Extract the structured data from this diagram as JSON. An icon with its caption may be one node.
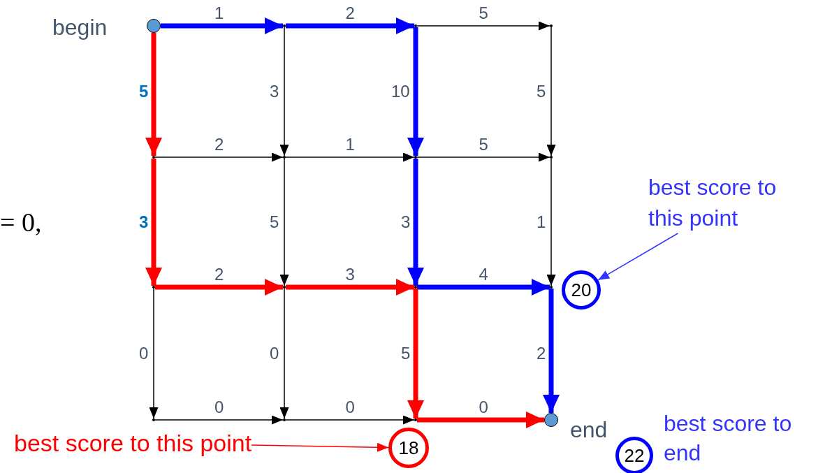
{
  "diagram": {
    "nodes": [
      {
        "text": [],
        "shape": "circle",
        "beside": [
          "begin"
        ]
      },
      {
        "text": [],
        "shape": "point"
      },
      {
        "text": [],
        "shape": "point"
      },
      {
        "text": [],
        "shape": "point"
      },
      {
        "text": [],
        "shape": "point"
      },
      {
        "text": [],
        "shape": "point"
      },
      {
        "text": [],
        "shape": "point"
      },
      {
        "text": [],
        "shape": "point"
      },
      {
        "text": [],
        "shape": "point"
      },
      {
        "text": [],
        "shape": "point"
      },
      {
        "text": [],
        "shape": "point"
      },
      {
        "text": [],
        "shape": "point"
      },
      {
        "text": [],
        "shape": "point"
      },
      {
        "text": [],
        "shape": "point"
      },
      {
        "text": [],
        "shape": "point"
      },
      {
        "text": [],
        "shape": "circle",
        "beside": [
          "end"
        ]
      },
      {
        "text": [
          "20"
        ]
      },
      {
        "text": [
          "18"
        ]
      },
      {
        "text": [
          "22"
        ],
        "beside": [
          "best score to end"
        ]
      },
      {
        "text": [
          "best score to this point"
        ]
      },
      {
        "text": [
          "best score to this point"
        ]
      }
    ],
    "edges": [
      {
        "from": 0,
        "to": 1,
        "arrow": "to",
        "label": "1",
        "style": "thick",
        "color": "#0000ff"
      },
      {
        "from": 1,
        "to": 2,
        "arrow": "to",
        "label": "2",
        "style": "thick",
        "color": "#0000ff"
      },
      {
        "from": 2,
        "to": 3,
        "arrow": "to",
        "label": "5"
      },
      {
        "from": 0,
        "to": 4,
        "arrow": "to",
        "label": "5",
        "style": "thick",
        "color": "#ff0000"
      },
      {
        "from": 1,
        "to": 5,
        "arrow": "to",
        "label": "3"
      },
      {
        "from": 2,
        "to": 6,
        "arrow": "to",
        "label": "10",
        "style": "thick",
        "color": "#0000ff"
      },
      {
        "from": 3,
        "to": 7,
        "arrow": "to",
        "label": "5"
      },
      {
        "from": 4,
        "to": 5,
        "arrow": "to",
        "label": "2"
      },
      {
        "from": 5,
        "to": 6,
        "arrow": "to",
        "label": "1"
      },
      {
        "from": 6,
        "to": 7,
        "arrow": "to",
        "label": "5"
      },
      {
        "from": 4,
        "to": 8,
        "arrow": "to",
        "label": "3",
        "style": "thick",
        "color": "#ff0000"
      },
      {
        "from": 5,
        "to": 9,
        "arrow": "to",
        "label": "5"
      },
      {
        "from": 6,
        "to": 10,
        "arrow": "to",
        "label": "3",
        "style": "thick",
        "color": "#0000ff"
      },
      {
        "from": 7,
        "to": 11,
        "arrow": "to",
        "label": "1"
      },
      {
        "from": 8,
        "to": 9,
        "arrow": "to",
        "label": "2",
        "style": "thick",
        "color": "#ff0000"
      },
      {
        "from": 9,
        "to": 10,
        "arrow": "to",
        "label": "3",
        "style": "thick",
        "color": "#ff0000"
      },
      {
        "from": 10,
        "to": 11,
        "arrow": "to",
        "label": "4",
        "style": "thick",
        "color": "#0000ff"
      },
      {
        "from": 8,
        "to": 12,
        "arrow": "to",
        "label": "0"
      },
      {
        "from": 9,
        "to": 13,
        "arrow": "to",
        "label": "0"
      },
      {
        "from": 10,
        "to": 14,
        "arrow": "to",
        "label": "5",
        "style": "thick",
        "color": "#ff0000"
      },
      {
        "from": 11,
        "to": 15,
        "arrow": "to",
        "label": "2",
        "style": "thick",
        "color": "#0000ff"
      },
      {
        "from": 12,
        "to": 13,
        "arrow": "to",
        "label": "0"
      },
      {
        "from": 13,
        "to": 14,
        "arrow": "to",
        "label": "0"
      },
      {
        "from": 14,
        "to": 15,
        "arrow": "to",
        "label": "0",
        "style": "thick",
        "color": "#ff0000"
      },
      {
        "from": 19,
        "to": 16,
        "arrow": "to",
        "color": "#3333ff"
      },
      {
        "from": 20,
        "to": 17,
        "arrow": "to",
        "color": "#ff0000"
      }
    ],
    "labels": [
      "= 0,"
    ]
  }
}
